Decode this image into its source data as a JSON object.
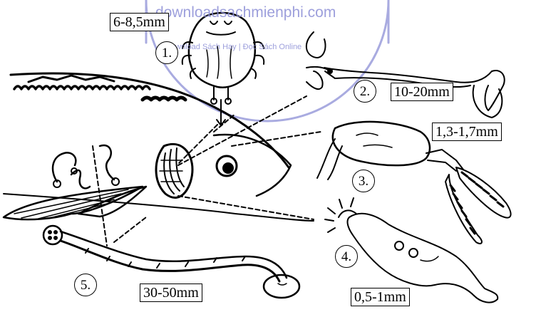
{
  "watermark": {
    "site": "downloadsachmienphi.com",
    "tagline": "Download Sách Hay | Đọc Sách Online",
    "color": "#8c8fd6"
  },
  "parasites": [
    {
      "number": "1.",
      "size": "6-8,5mm"
    },
    {
      "number": "2.",
      "size": "10-20mm"
    },
    {
      "number": "3.",
      "size": "1,3-1,7mm"
    },
    {
      "number": "4.",
      "size": "0,5-1mm"
    },
    {
      "number": "5.",
      "size": "30-50mm"
    }
  ]
}
